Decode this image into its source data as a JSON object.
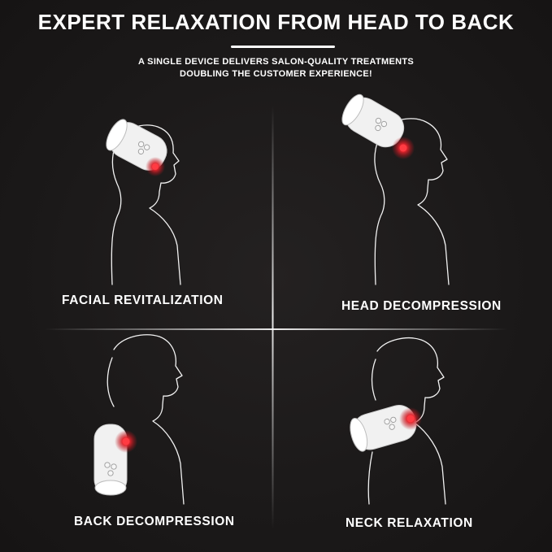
{
  "header": {
    "title": "EXPERT RELAXATION FROM HEAD TO BACK",
    "subtitle_line1": "A SINGLE DEVICE DELIVERS SALON-QUALITY TREATMENTS",
    "subtitle_line2": "DOUBLING THE CUSTOMER EXPERIENCE!"
  },
  "panels": [
    {
      "label": "FACIAL REVITALIZATION"
    },
    {
      "label": "HEAD DECOMPRESSION"
    },
    {
      "label": "BACK DECOMPRESSION"
    },
    {
      "label": "NECK RELAXATION"
    }
  ],
  "colors": {
    "background": "#1c1a1a",
    "text": "#ffffff",
    "outline": "#f2f2f2",
    "hotspot": "#e0232b"
  },
  "icons": [
    "massager-device-icon",
    "red-hotspot-icon",
    "profile-silhouette-icon"
  ]
}
